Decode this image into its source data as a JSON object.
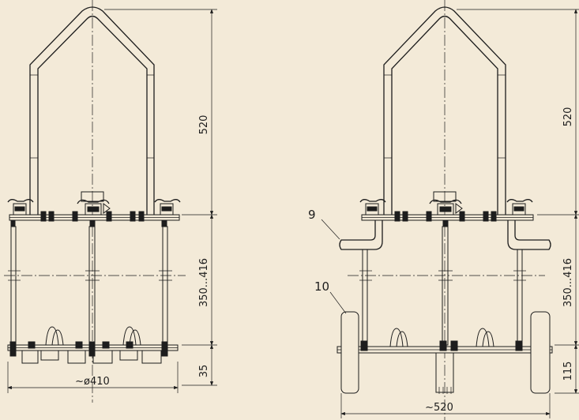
{
  "left_view": {
    "dim_height_handle": "520",
    "dim_height_adjust": "350...416",
    "dim_height_base": "35",
    "dim_width": "~ø410"
  },
  "right_view": {
    "dim_height_handle": "520",
    "dim_height_adjust": "350...416",
    "dim_height_wheel": "115",
    "dim_width": "~520",
    "callout_9": "9",
    "callout_10": "10"
  }
}
